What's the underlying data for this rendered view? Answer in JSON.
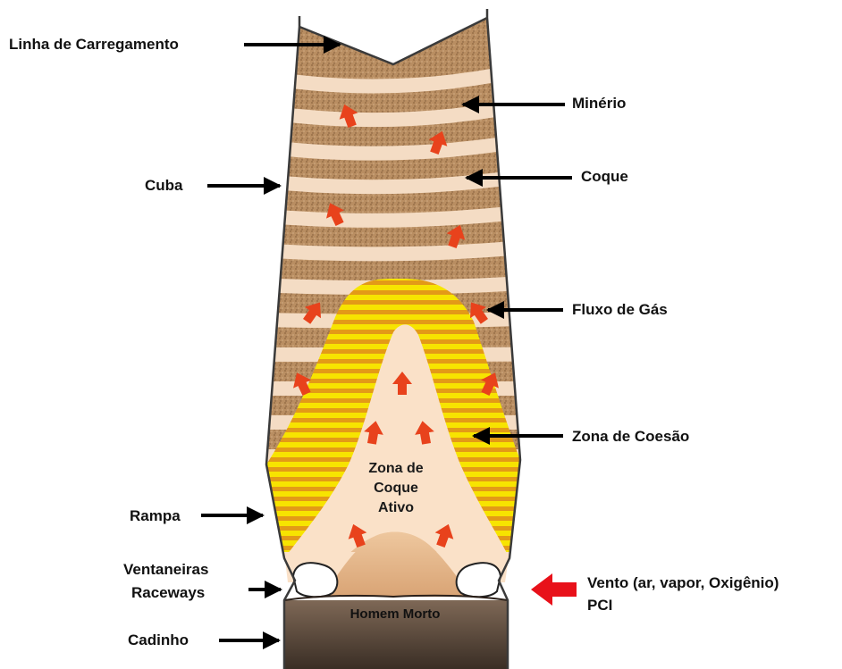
{
  "labels": {
    "linha_carregamento": "Linha de Carregamento",
    "minerio": "Minério",
    "coque": "Coque",
    "cuba": "Cuba",
    "fluxo_gas": "Fluxo de Gás",
    "zona_coesao": "Zona de Coesão",
    "rampa": "Rampa",
    "ventaneiras": "Ventaneiras",
    "raceways": "Raceways",
    "vento": "Vento (ar, vapor, Oxigênio)",
    "pci": "PCI",
    "cadinho": "Cadinho"
  },
  "inner": {
    "coque_ativo_1": "Zona de",
    "coque_ativo_2": "Coque",
    "coque_ativo_3": "Ativo",
    "homem_morto": "Homem Morto"
  },
  "colors": {
    "ore_brown": "#b98e62",
    "coke_light": "#f4dcc4",
    "cohesive_yellow": "#f7e400",
    "cohesive_orange": "#e39a17",
    "active_coke": "#fae1c8",
    "dead_man": "#e7b98c",
    "hearth": "#5b4a3c",
    "gas_arrow": "#e8421c",
    "wind_arrow": "#e8111a"
  }
}
